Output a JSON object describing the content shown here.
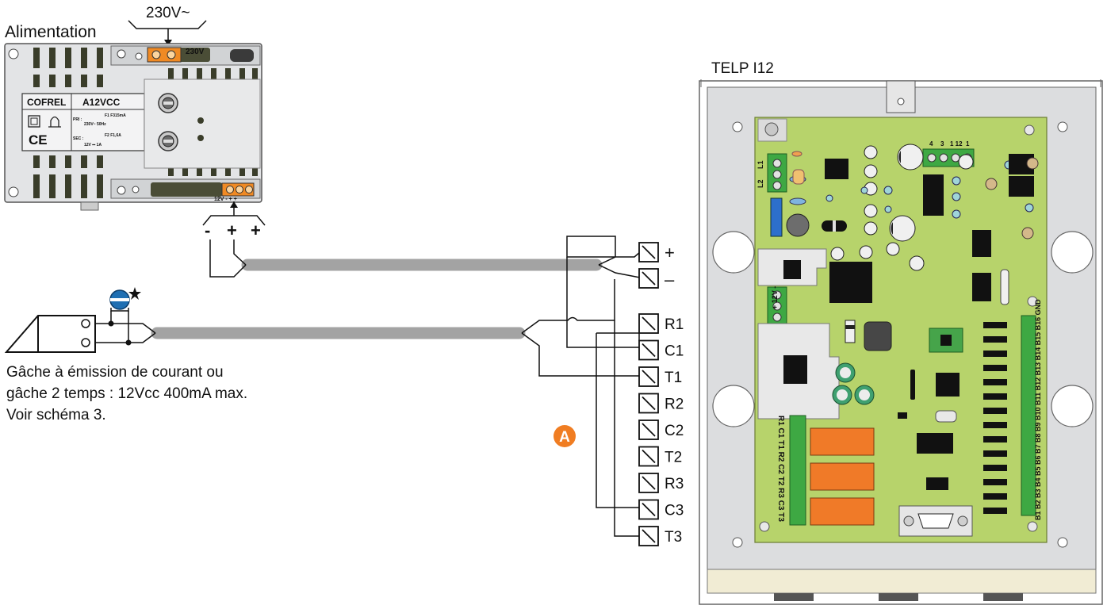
{
  "mains": {
    "label": "230V~",
    "terminal_label": "230V"
  },
  "power_supply": {
    "title": "Alimentation",
    "brand": "COFREL",
    "model": "A12VCC",
    "pri_label": "PRI :",
    "pri_rating": "230V~ 50Hz",
    "fuse1": "F1  F315mA",
    "sec_label": "SEC :",
    "sec_rating": "12V ⎓ 1A",
    "fuse2": "F2  F1,6A",
    "out_terminal_label": "12V  -  +  +",
    "out_minus": "-",
    "out_plus1": "+",
    "out_plus2": "+"
  },
  "strike_note": {
    "line1": "Gâche à émission de courant ou",
    "line2": "gâche 2 temps : 12Vcc 400mA max.",
    "line3": "Voir schéma 3."
  },
  "marker": {
    "letter": "A"
  },
  "terminal_block": {
    "plus": "+",
    "minus": "–",
    "labels": [
      "R1",
      "C1",
      "T1",
      "R2",
      "C2",
      "T2",
      "R3",
      "C3",
      "T3"
    ]
  },
  "controller": {
    "title": "TELP I12",
    "left_top_terminals": [
      "L1",
      "L2"
    ],
    "power_terminals": "+ 12V -",
    "top_terminals": [
      "4",
      "3",
      "1 12",
      "1"
    ],
    "relay_terminals": "R1 C1 T1 R2 C2 T2 R3 C3 T3",
    "input_terminals": "B1 B2 B3 B4 B5 B6 B7 B8 B9 B10 B11 B12 B13 B14 B15 B16 GND"
  },
  "colors": {
    "board_green": "#b7d36b",
    "enclosure_grey": "#d9dadb",
    "terminal_orange": "#f08a24",
    "relay_orange": "#f07a28",
    "cable_grey": "#a3a3a3",
    "marker_orange": "#f07d22",
    "sensor_blue": "#1f6fb2"
  }
}
